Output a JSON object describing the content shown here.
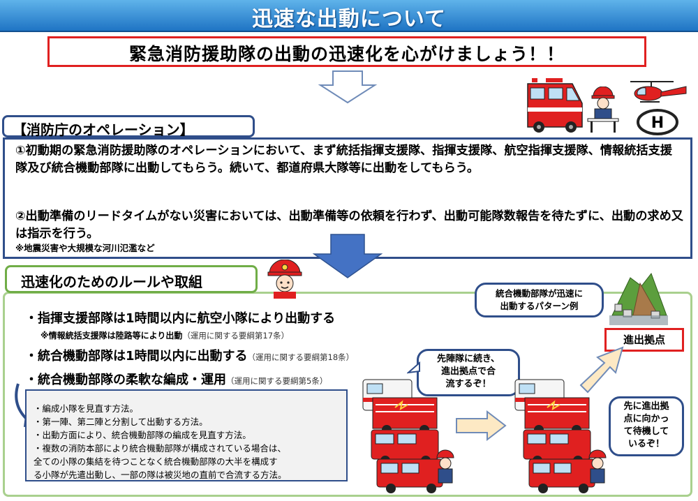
{
  "page": {
    "title": "迅速な出動について",
    "slogan": "緊急消防援助隊の出動の迅速化を心がけましょう！！"
  },
  "operation": {
    "heading": "【消防庁のオペレーション】",
    "item1": "①初動期の緊急消防援助隊のオペレーションにおいて、まず統括指揮支援隊、指揮支援隊、航空指揮支援隊、情報統括支援隊及び統合機動部隊に出動してもらう。続いて、都道府県大隊等に出動をしてもらう。",
    "item2": "②出動準備のリードタイムがない災害においては、出動準備等の依頼を行わず、出動可能隊数報告を待たずに、出動の求め又は指示を行う。",
    "note": "※地震災害や大規模な河川氾濫など"
  },
  "rules": {
    "heading": "迅速化のためのルールや取組",
    "rule1": "・指揮支援部隊は1時間以内に航空小隊により出動する",
    "rule1_sub": "※情報統括支援隊は陸路等により出動",
    "rule1_ref": "（運用に関する要綱第17条）",
    "rule2": "・統合機動部隊は1時間以内に出動する",
    "rule2_ref": "（運用に関する要綱第18条）",
    "rule3": "・統合機動部隊の柔軟な編成・運用",
    "rule3_ref": "（運用に関する要綱第5条）",
    "methods": [
      "・編成小隊を見直す方法。",
      "・第一陣、第二陣と分割して出動する方法。",
      "・出動方面により、統合機動部隊の編成を見直す方法。",
      "・複数の消防本部により統合機動部隊が構成されている場合は、",
      "全ての小隊の集結を待つことなく統合機動部隊の大半を構成す",
      "る小隊が先遣出動し、一部の隊は被災地の直前で合流する方法。"
    ]
  },
  "diagram": {
    "pattern_label_line1": "統合機動部隊が迅速に",
    "pattern_label_line2": "出動するパターン例",
    "base_label": "進出拠点",
    "bubble_left": [
      "先陣隊に続き、",
      "進出拠点で合",
      "流するぞ！"
    ],
    "bubble_right": [
      "先に進出拠",
      "点に向かっ",
      "て待機して",
      "いるぞ！"
    ]
  },
  "colors": {
    "title_bar": "#1f74c4",
    "slogan_border": "#e02020",
    "ops_border": "#2f4e8a",
    "rules_border": "#70ad47",
    "arrow_blue": "#4472c4",
    "arrow_yellow": "#fde9c4",
    "fire_red": "#e02020"
  },
  "icons": [
    "fire-engine-icon",
    "firefighter-icon",
    "helicopter-icon",
    "helipad-icon",
    "landslide-icon",
    "down-arrow-icon",
    "right-arrow-icon",
    "diagonal-arrow-icon"
  ]
}
